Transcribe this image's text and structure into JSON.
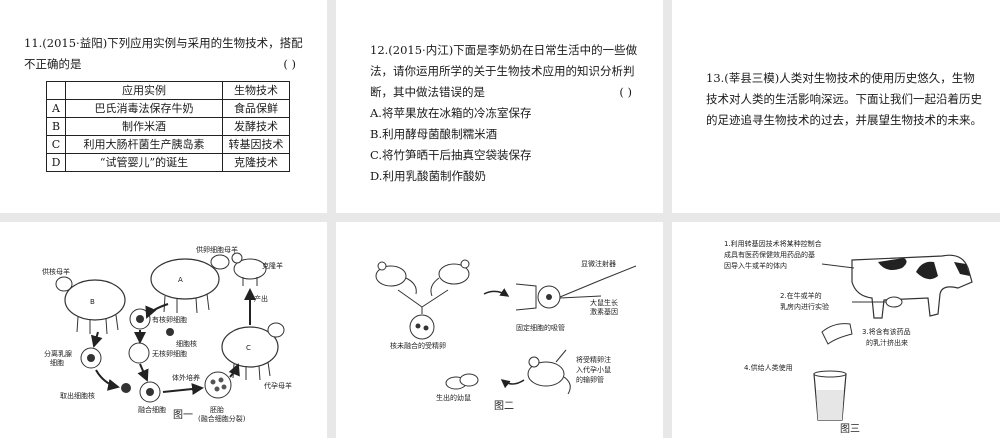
{
  "q11": {
    "stem": "11.(2015·益阳)下列应用实例与采用的生物技术，搭配不正确的是",
    "paren": "(       )",
    "table": {
      "headers": [
        "",
        "应用实例",
        "生物技术"
      ],
      "rows": [
        [
          "A",
          "巴氏消毒法保存牛奶",
          "食品保鲜"
        ],
        [
          "B",
          "制作米酒",
          "发酵技术"
        ],
        [
          "C",
          "利用大肠杆菌生产胰岛素",
          "转基因技术"
        ],
        [
          "D",
          "“试管婴儿”的诞生",
          "克隆技术"
        ]
      ]
    }
  },
  "q12": {
    "stem": "12.(2015·内江)下面是李奶奶在日常生活中的一些做法，请你运用所学的关于生物技术应用的知识分析判断，其中做法错误的是",
    "paren": "(       )",
    "options": [
      "A.将苹果放在冰箱的冷冻室保存",
      "B.利用酵母菌酿制糯米酒",
      "C.将竹笋晒干后抽真空袋装保存",
      "D.利用乳酸菌制作酸奶"
    ]
  },
  "q13": {
    "stem": "13.(莘县三模)人类对生物技术的使用历史悠久，生物技术对人类的生活影响深远。下面让我们一起沿着历史的足迹追寻生物技术的过去，并展望生物技术的未来。"
  },
  "fig1": {
    "caption": "图一",
    "labels": {
      "donor_a": "供卵细胞母羊",
      "a": "A",
      "donor_b": "供核母羊",
      "b": "B",
      "oocyte": "有核卵细胞",
      "nucleus": "细胞核",
      "enucleated": "无核卵细胞",
      "cloned": "克隆羊",
      "birth": "产出",
      "c": "C",
      "surrogate": "代孕母羊",
      "culture": "体外培养",
      "embryo": "胚胎",
      "embryo_note": "(融合细胞分裂)",
      "breast": "分离乳腺",
      "breast2": "细胞",
      "take_nucleus": "取出细胞核",
      "fused": "融合细胞"
    }
  },
  "fig2": {
    "caption": "图二",
    "labels": {
      "syringe": "显微注射器",
      "gene": "大鼠生长",
      "gene2": "激素基因",
      "pipette": "固定细胞的吸管",
      "egg": "核未融合的受精卵",
      "inject": "将受精卵注",
      "inject2": "入代孕小鼠",
      "inject3": "的输卵管",
      "pups": "生出的幼鼠"
    }
  },
  "fig3": {
    "caption": "图三",
    "steps": [
      "1.利用转基因技术将某种控制合",
      "成具有医药保健效用药品的基",
      "因导入牛或羊的体内",
      "2.在牛或羊的",
      "乳房内进行实验",
      "3.将含有该药品",
      "的乳汁挤出来",
      "4.供给人类使用"
    ]
  }
}
